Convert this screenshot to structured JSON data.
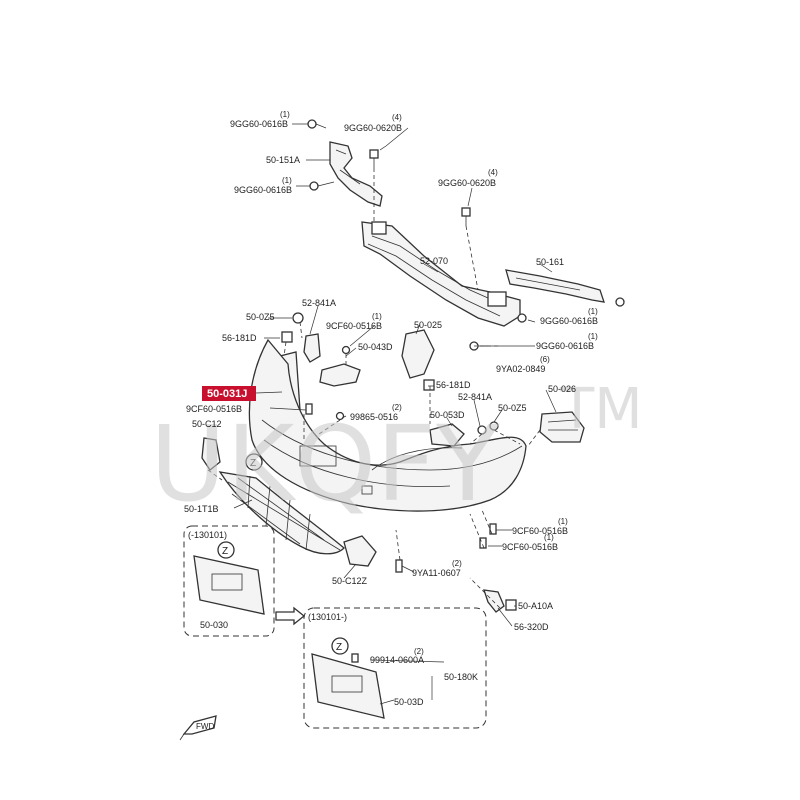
{
  "watermark": {
    "text": "UKQFY",
    "tm": "TM"
  },
  "highlight": {
    "label": "50-031J",
    "color": "#c8102e"
  },
  "labels": {
    "b1": "9GG60-0616B",
    "b1q": "(1)",
    "b2": "9GG60-0620B",
    "b2q": "(4)",
    "p151a": "50-151A",
    "b3": "9GG60-0616B",
    "b3q": "(1)",
    "b4": "9GG60-0620B",
    "b4q": "(4)",
    "p52070": "52-070",
    "p50161": "50-161",
    "b5": "9GG60-0616B",
    "b5q": "(1)",
    "b6": "9GG60-0616B",
    "b6q": "(1)",
    "b7": "9YA02-0849",
    "b7q": "(6)",
    "p500z5a": "50-0Z5",
    "p52841a": "52-841A",
    "b8": "9CF60-0516B",
    "b8q": "(1)",
    "p50025": "50-025",
    "p56181d": "56-181D",
    "p50043d": "50-043D",
    "b9": "9CF60-0516B",
    "b10": "99865-0516",
    "b10q": "(2)",
    "p56181d2": "56-181D",
    "p50026": "50-026",
    "p52841a2": "52-841A",
    "p50053d": "50-053D",
    "p500z5b": "50-0Z5",
    "p50c12": "50-C12",
    "p501t1b": "50-1T1B",
    "b11": "9CF60-0516B",
    "b11q": "(1)",
    "b12": "9CF60-0516B",
    "b12q": "(1)",
    "box1_title": "(-130101)",
    "p50030": "50-030",
    "p50c12z": "50-C12Z",
    "b13": "9YA11-0607",
    "b13q": "(2)",
    "p50a10a": "50-A10A",
    "p56320d": "56-320D",
    "box2_title": "(130101-)",
    "b14": "99914-0600A",
    "b14q": "(2)",
    "p50180k": "50-180K",
    "p5003d": "50-03D",
    "z": "Z",
    "fwd": "FWD"
  }
}
